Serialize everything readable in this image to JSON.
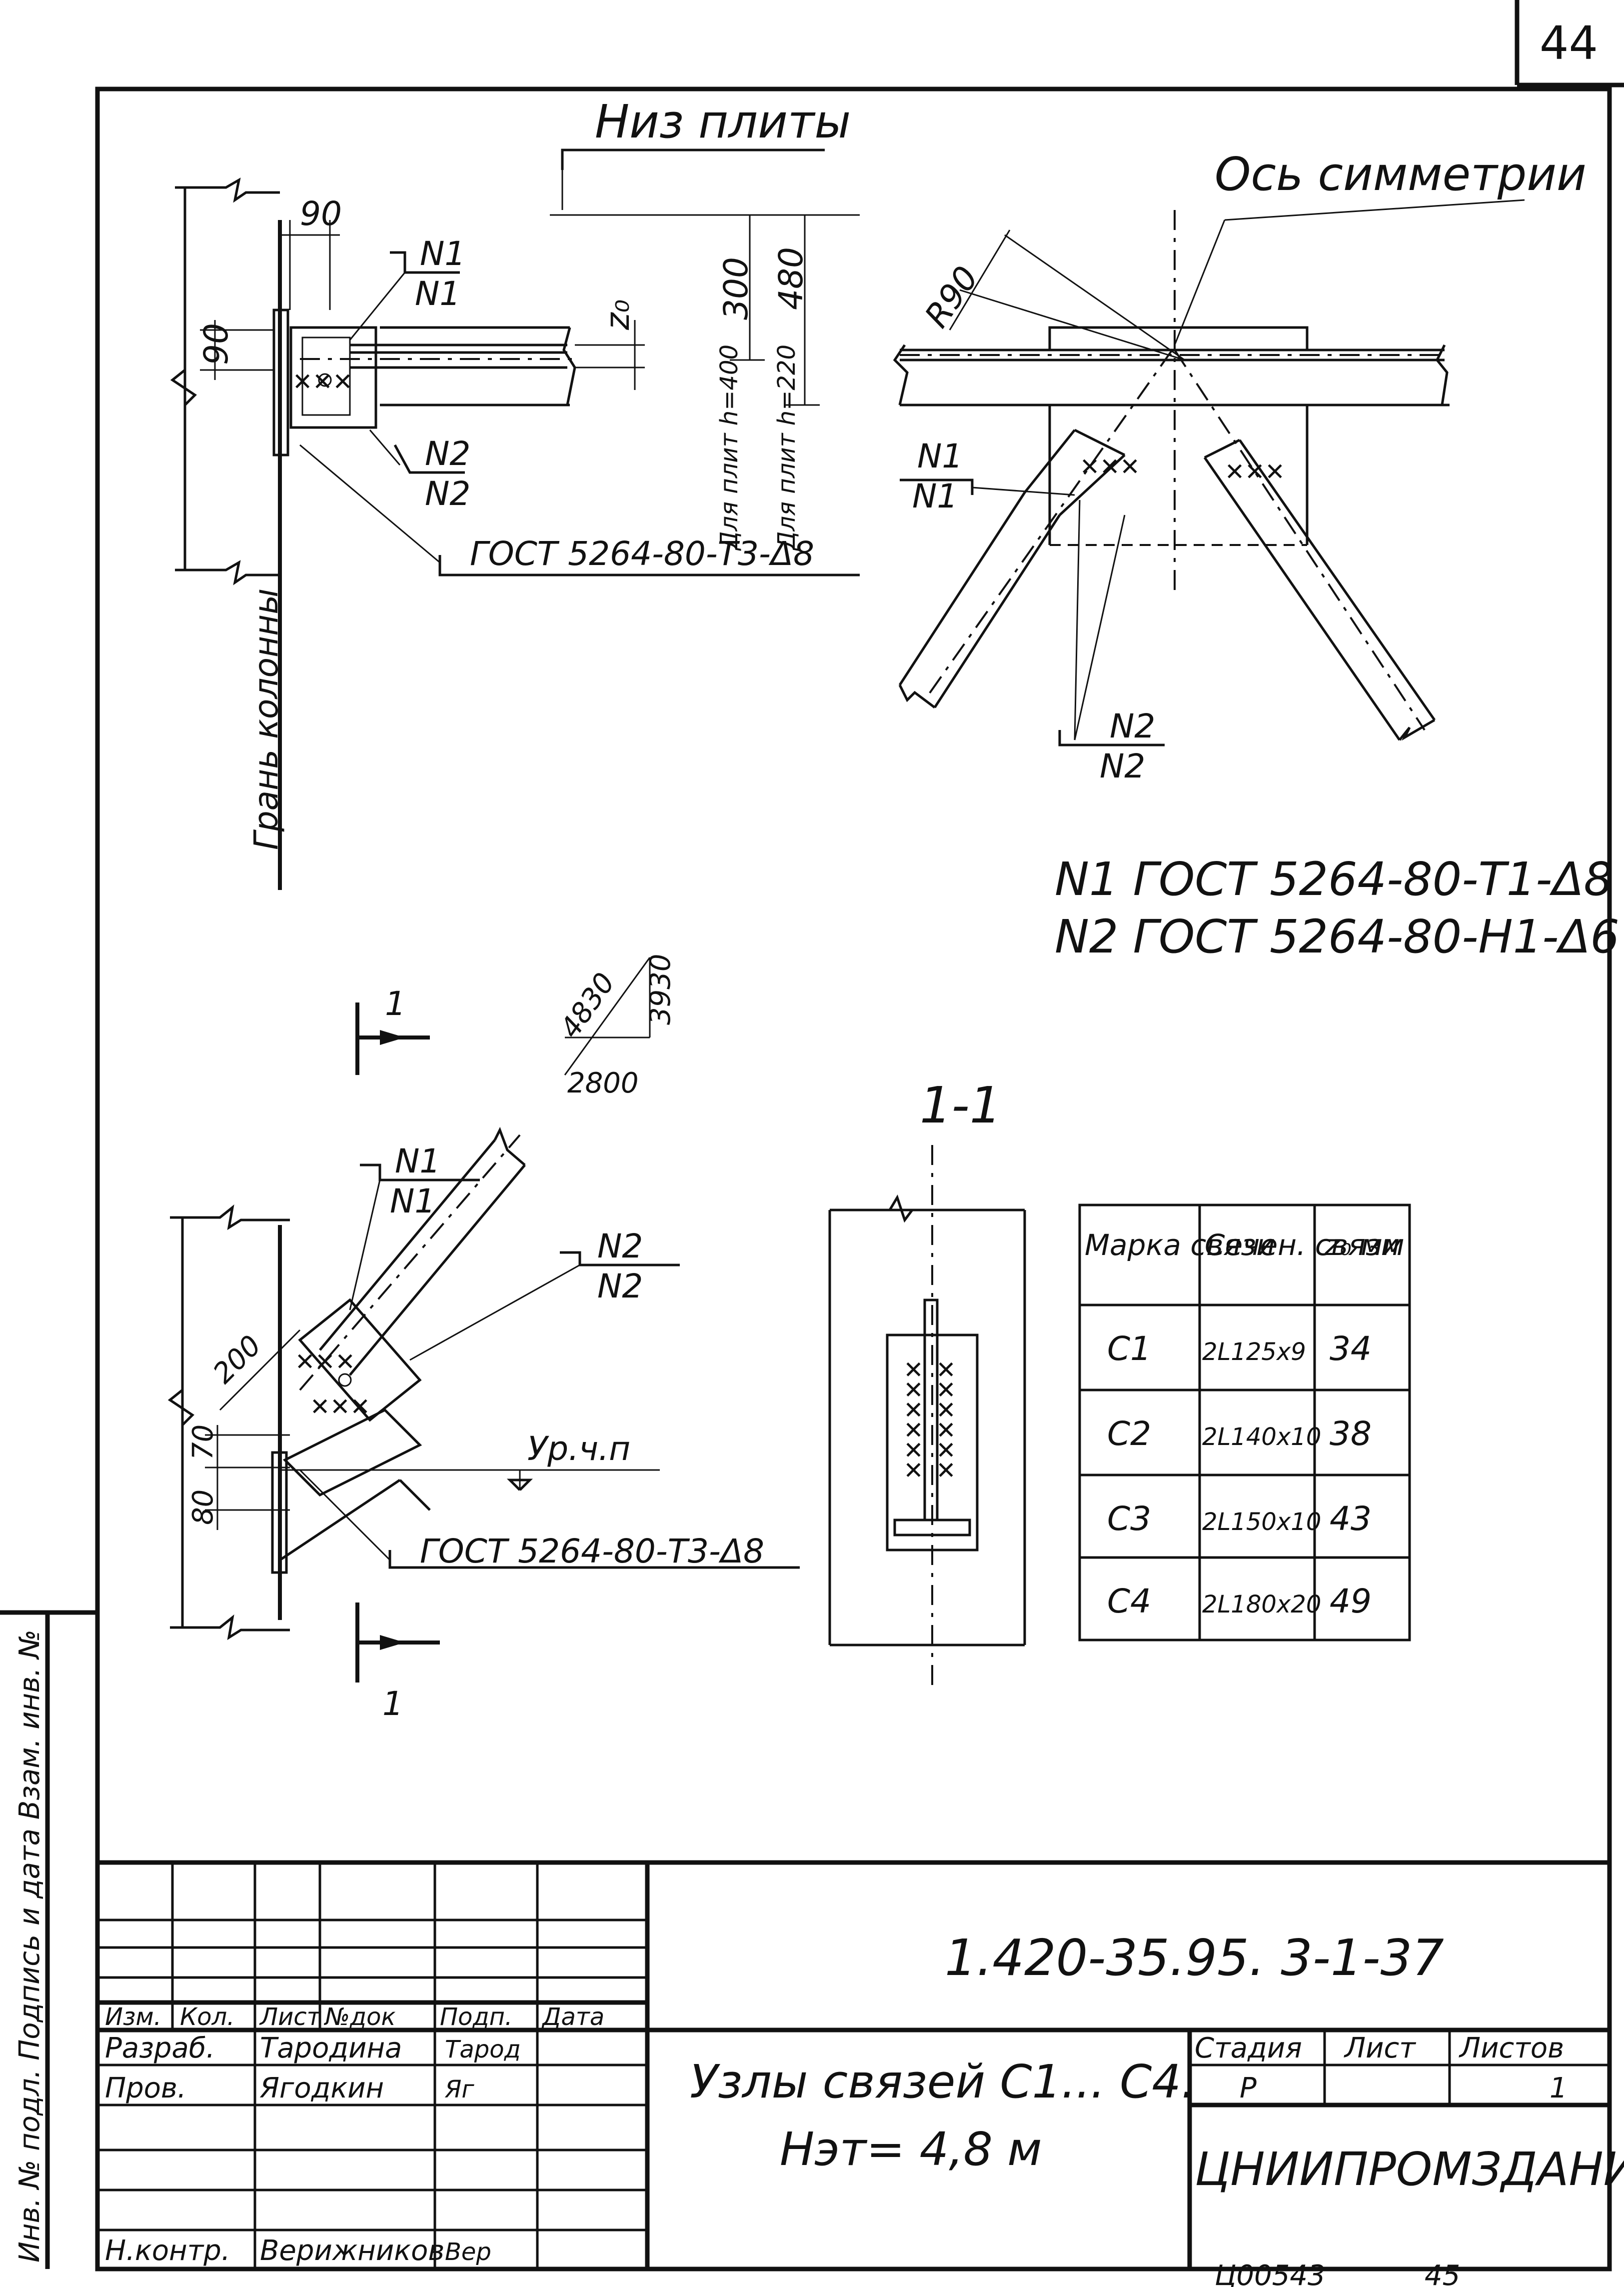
{
  "sheet": {
    "page_number": "44",
    "title_labels": {
      "underside_slab": "Низ плиты",
      "symmetry_axis": "Ось симметрии",
      "column_face": "Грань колонны",
      "level_ref": "Ур.ч.п"
    },
    "dimensions": {
      "d90_top": "90",
      "d90_left": "90",
      "z0": "z₀",
      "d300": "300",
      "d480": "480",
      "slab_h400": "Для плит h=400",
      "slab_h220": "Для плит h=220",
      "r90": "R90",
      "d4830": "4830",
      "d3930": "3930",
      "d2800": "2800",
      "d200": "200",
      "d70": "70",
      "d80": "80"
    },
    "weld_marks": {
      "n1": "N1",
      "n2": "N2",
      "weld_t3_top": "ГОСТ 5264-80-Т3-Δ8",
      "weld_t3_bottom": "ГОСТ 5264-80-Т3-Δ8",
      "legend_n1": "N1 ГОСТ 5264-80-Т1-Δ8",
      "legend_n2": "N2 ГОСТ 5264-80-Н1-Δ6"
    },
    "section": {
      "mark": "1",
      "label": "1-1"
    },
    "table": {
      "headers": [
        "Марка связи",
        "Сечен. связи",
        "z₀ мм"
      ],
      "rows": [
        [
          "С1",
          "2L125x9",
          "34"
        ],
        [
          "С2",
          "2L140x10",
          "38"
        ],
        [
          "С3",
          "2L150x10",
          "43"
        ],
        [
          "С4",
          "2L180x20",
          "49"
        ]
      ]
    },
    "side_stamp": "Инв. № подл.  Подпись и дата  Взам. инв. №",
    "title_block": {
      "doc_code": "1.420-35.95. 3-1-37",
      "columns": [
        "Изм.",
        "Кол.",
        "Лист",
        "№док",
        "Подп.",
        "Дата"
      ],
      "roles": [
        {
          "role": "Разраб.",
          "name": "Тародина",
          "sign": "Тарод"
        },
        {
          "role": "Пров.",
          "name": "Ягодкин",
          "sign": "Яг"
        },
        {
          "role": "Н.контр.",
          "name": "Верижников",
          "sign": "Вер"
        }
      ],
      "drawing_title_1": "Узлы связей С1... С4.",
      "drawing_title_2": "Нэт= 4,8 м",
      "stage_header": "Стадия",
      "sheet_header": "Лист",
      "sheets_header": "Листов",
      "stage_value": "Р",
      "sheet_value": "",
      "sheets_value": "1",
      "organization": "ЦНИИПРОМЗДАНИЙ",
      "archive_code": "Ц00543",
      "archive_num": "45"
    }
  }
}
